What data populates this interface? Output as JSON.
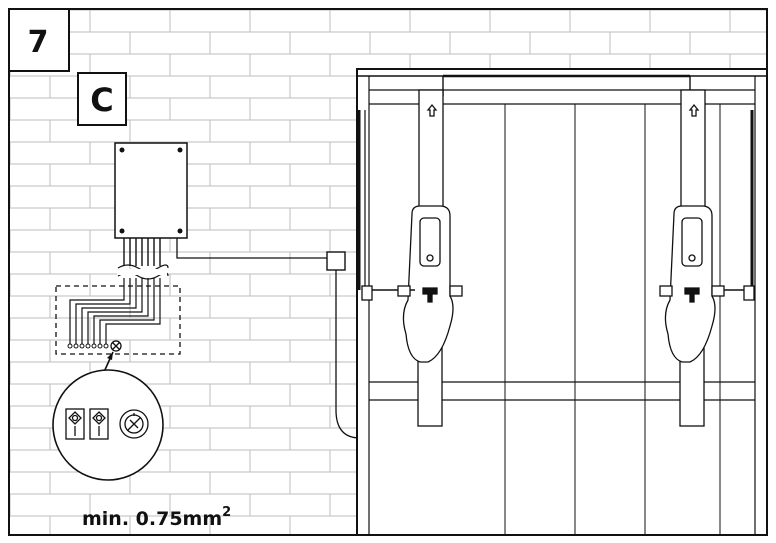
{
  "step": {
    "number": "7"
  },
  "variant": {
    "letter": "C"
  },
  "wire_spec": {
    "label": "min. 0.75mm",
    "exponent": "2"
  },
  "colors": {
    "stroke": "#111111",
    "brick_line": "#bdbdbd",
    "background": "#ffffff"
  }
}
